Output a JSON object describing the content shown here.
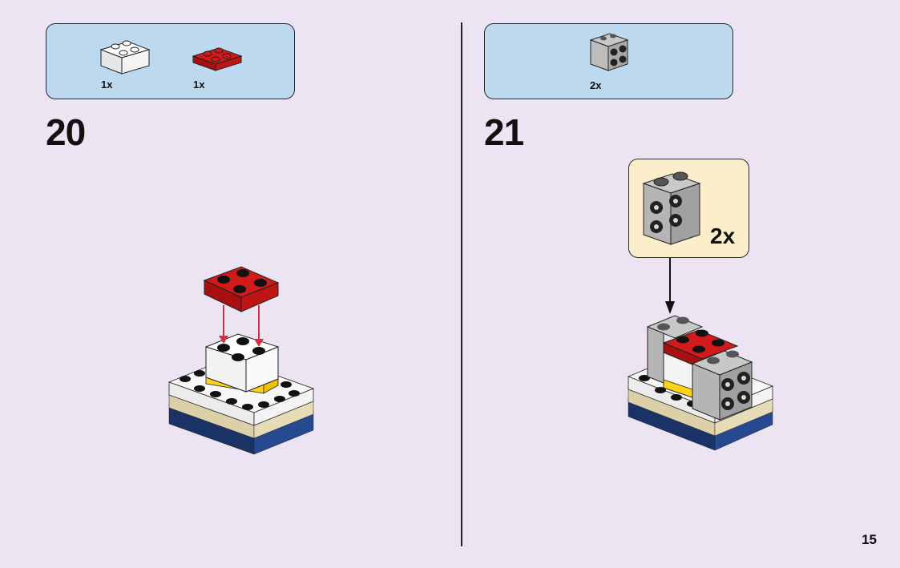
{
  "step20": {
    "number": "20",
    "parts": [
      {
        "name": "white-brick-2x2",
        "color": "#ffffff",
        "qty": "1x"
      },
      {
        "name": "red-plate-2x2",
        "color": "#d11a1a",
        "qty": "1x"
      }
    ]
  },
  "step21": {
    "number": "21",
    "parts": [
      {
        "name": "gray-brick-2x2-side-studs",
        "color": "#a9a9a9",
        "qty": "2x"
      }
    ],
    "callout_qty": "2x"
  },
  "page_number": "15",
  "colors": {
    "background": "#ece3f3",
    "parts_box": "#bcd9ef",
    "callout": "#fdeecb",
    "arrow_red": "#d13040",
    "red": "#d11a1a",
    "yellow": "#ffd21a",
    "tan": "#e8dcb8",
    "navy": "#1f3d7a",
    "gray": "#a9a9a9"
  }
}
